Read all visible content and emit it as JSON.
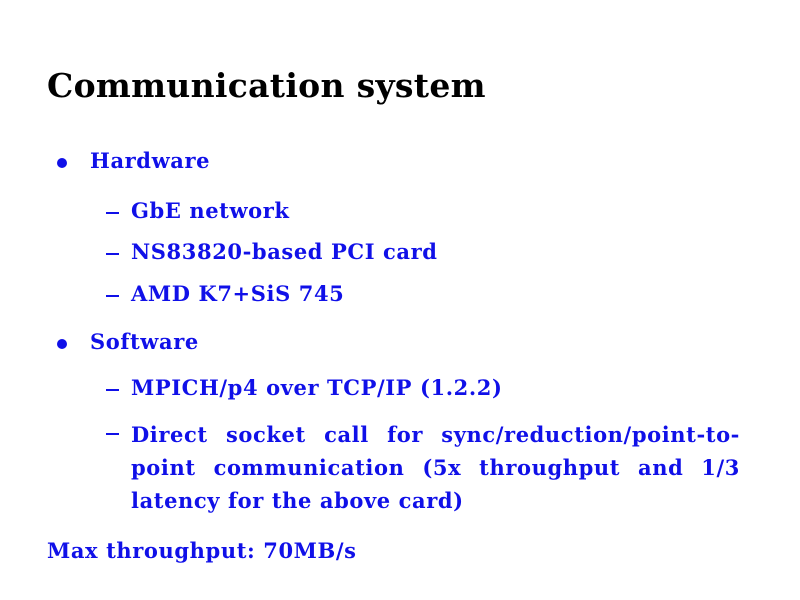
{
  "slide": {
    "title": "Communication system",
    "sections": [
      {
        "label": "Hardware",
        "items": [
          "GbE network",
          "NS83820-based PCI card",
          "AMD K7+SiS 745"
        ]
      },
      {
        "label": "Software",
        "items": [
          "MPICH/p4 over TCP/IP (1.2.2)",
          "Direct socket call for sync/reduction/point-to-point communication (5x throughput and 1/3 latency for the above card)"
        ]
      }
    ],
    "footer": "Max throughput: 70MB/s",
    "colors": {
      "text": "#1010e8",
      "title": "#000000"
    }
  }
}
